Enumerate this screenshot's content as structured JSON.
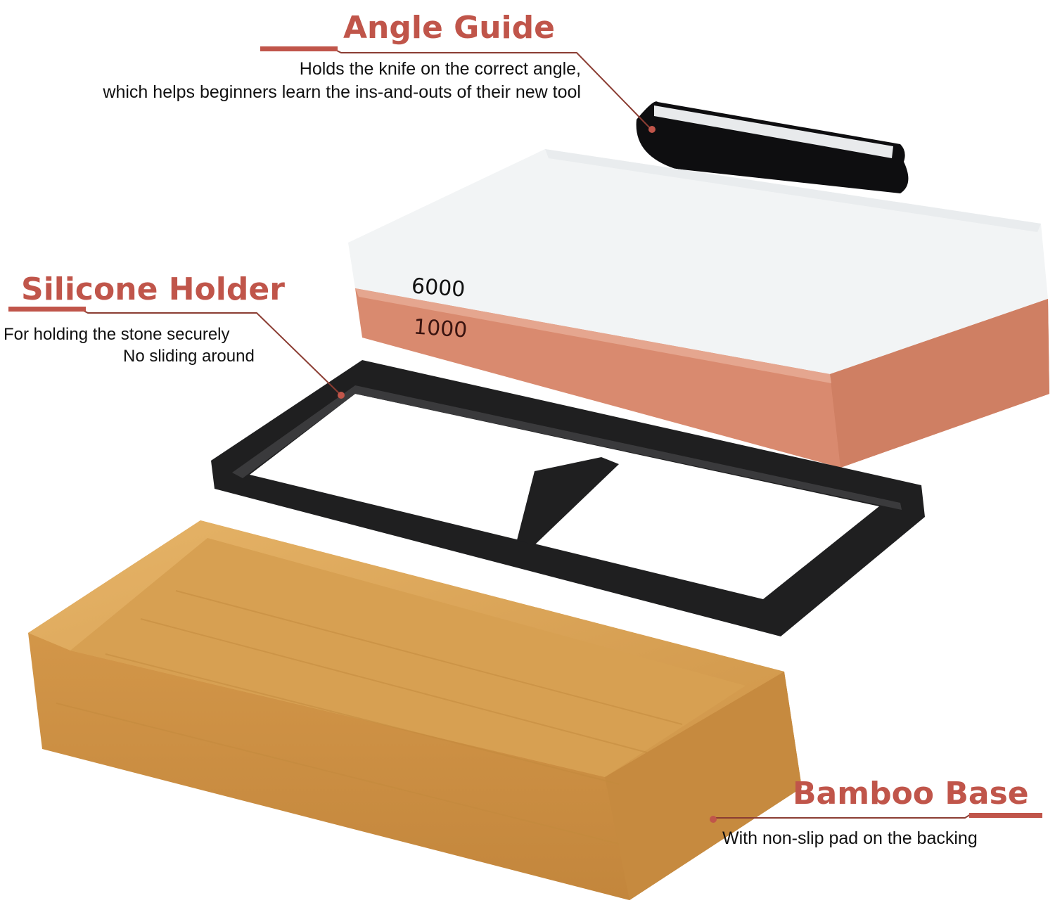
{
  "callouts": {
    "angle_guide": {
      "title": "Angle Guide",
      "description_lines": [
        "Holds the knife on the correct angle,",
        "which helps beginners learn the ins-and-outs of their new tool"
      ]
    },
    "silicone_holder": {
      "title": "Silicone Holder",
      "description_lines": [
        "For holding the stone securely",
        "No sliding around"
      ]
    },
    "bamboo_base": {
      "title": "Bamboo Base",
      "description_lines": [
        "With non-slip pad on the backing"
      ]
    }
  },
  "whetstone": {
    "top_grit": "6000",
    "bottom_grit": "1000"
  },
  "colors": {
    "accent": "#c0554a",
    "stone_white": "#f1f3f4",
    "stone_orange": "#d98a6f",
    "silicone": "#1f1f20",
    "bamboo": "#d9a456"
  }
}
